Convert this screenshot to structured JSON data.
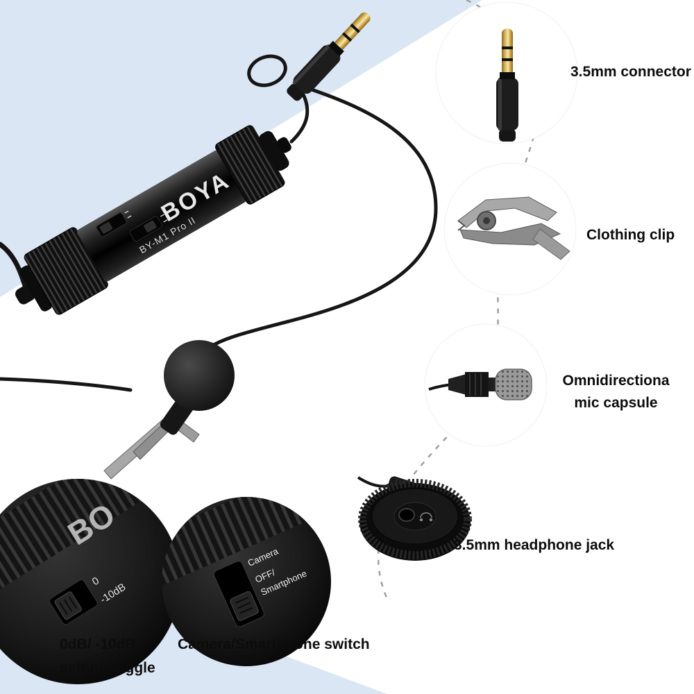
{
  "scene": {
    "band_color": "#dbe6f4",
    "dash_color": "#9aa0a6",
    "accent_black": "#111111",
    "gold": "#d9b558"
  },
  "product": {
    "brand": "BOYA",
    "model": "BY-M1 Pro II"
  },
  "callouts": {
    "connector": "3.5mm connector",
    "clip": "Clothing clip",
    "capsule_line1": "Omnidirectiona",
    "capsule_line2": "mic capsule",
    "jack": "3.5mm headphone jack",
    "toggle_line1": "0dB/ -10dB",
    "toggle_line2": "setting toggle",
    "switch": "Camera/Smartphone switch"
  },
  "closeups": {
    "toggle": {
      "mark_zero": "0",
      "mark_minus10db": "-10dB",
      "brand_partial": "BO"
    },
    "switch": {
      "camera": "Camera",
      "off": "OFF/",
      "smartphone": "Smartphone"
    }
  }
}
